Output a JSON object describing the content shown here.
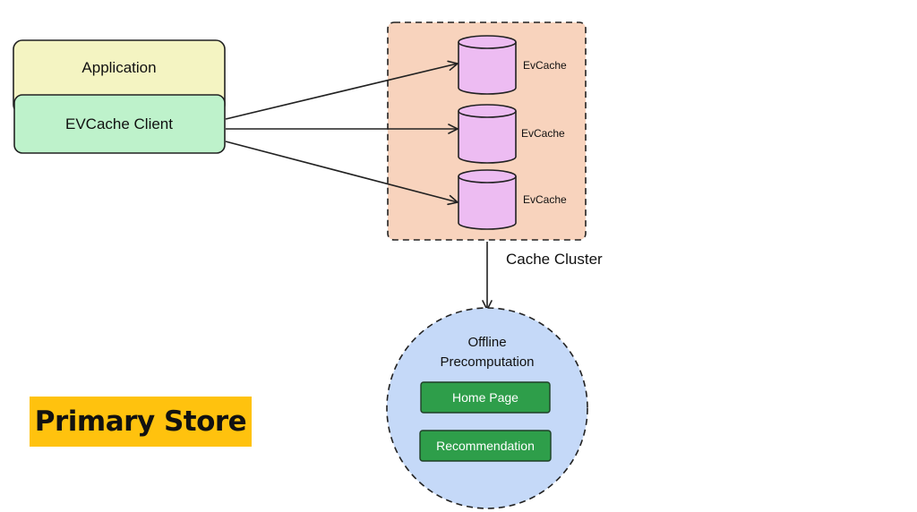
{
  "diagram": {
    "application_label": "Application",
    "client_label": "EVCache Client",
    "cache_nodes": [
      "EvCache",
      "EvCache",
      "EvCache"
    ],
    "cluster_label": "Cache Cluster",
    "offline_label_line1": "Offline",
    "offline_label_line2": "Precomputation",
    "offline_items": [
      "Home Page",
      "Recommendation"
    ],
    "primary_store_label": "Primary Store"
  },
  "colors": {
    "application_fill": "#f4f4c2",
    "client_fill": "#bef2cb",
    "cluster_fill": "#f8d3bd",
    "cylinder_fill": "#edbcf2",
    "offline_fill": "#c5d9f8",
    "offline_item_fill": "#2e9e4a",
    "primary_store_fill": "#ffc20e"
  }
}
